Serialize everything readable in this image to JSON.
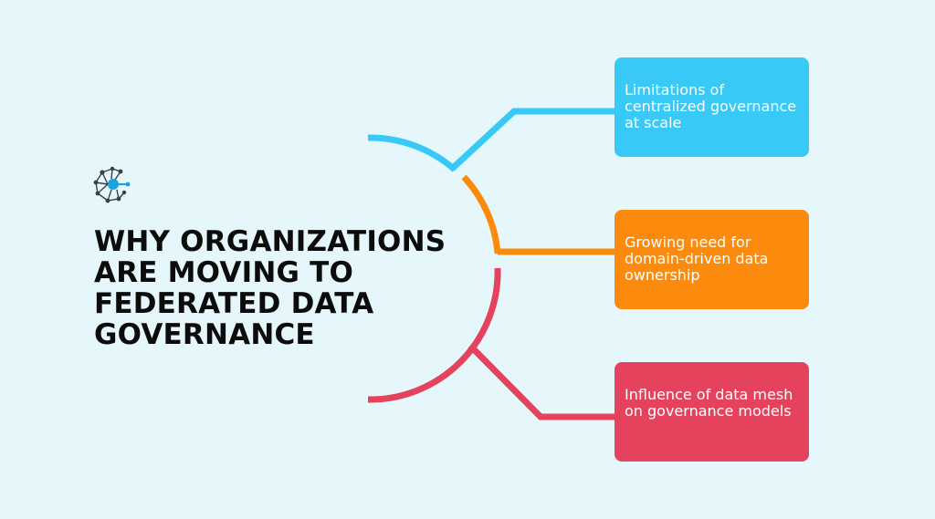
{
  "diagram": {
    "title": "WHY ORGANIZATIONS ARE MOVING TO FEDERATED DATA GOVERNANCE",
    "logo_icon": "network-globe-icon",
    "colors": {
      "background": "#e6f7fc",
      "blue": "#38c9f7",
      "orange": "#fc8a0c",
      "red": "#e5425d",
      "title": "#0c0c0c"
    },
    "cards": [
      {
        "text": "Limitations of centralized governance at scale",
        "color": "#38c9f7"
      },
      {
        "text": "Growing need for domain-driven data ownership",
        "color": "#fc8a0c"
      },
      {
        "text": "Influence of data mesh on governance models",
        "color": "#e5425d"
      }
    ]
  }
}
